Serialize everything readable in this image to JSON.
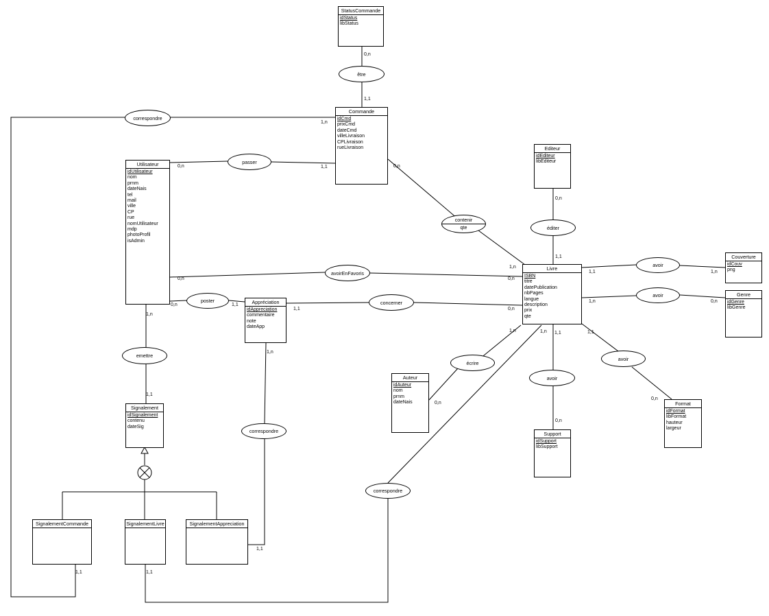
{
  "entities": {
    "status_commande": {
      "name": "StatusCommande",
      "attrs": [
        {
          "label": "idStatus",
          "key": true
        },
        {
          "label": "libStatus"
        }
      ]
    },
    "commande": {
      "name": "Commande",
      "attrs": [
        {
          "label": "idCmd",
          "key": true
        },
        {
          "label": "prixCmd"
        },
        {
          "label": "dateCmd"
        },
        {
          "label": "villeLivraison"
        },
        {
          "label": "CPLivraison"
        },
        {
          "label": "rueLivraison"
        }
      ]
    },
    "utilisateur": {
      "name": "Utilisateur",
      "attrs": [
        {
          "label": "idUtilisateur",
          "key": true
        },
        {
          "label": "nom"
        },
        {
          "label": "prnm"
        },
        {
          "label": "dateNais"
        },
        {
          "label": "tel"
        },
        {
          "label": "mail"
        },
        {
          "label": "ville"
        },
        {
          "label": "CP"
        },
        {
          "label": "rue"
        },
        {
          "label": "nomUtilisateur"
        },
        {
          "label": "mdp"
        },
        {
          "label": "photoProfil"
        },
        {
          "label": "isAdmin"
        }
      ]
    },
    "editeur": {
      "name": "Editeur",
      "attrs": [
        {
          "label": "idEditeur",
          "key": true
        },
        {
          "label": "libEditeur"
        }
      ]
    },
    "livre": {
      "name": "Livre",
      "attrs": [
        {
          "label": "ISBN",
          "key": true
        },
        {
          "label": "titre"
        },
        {
          "label": "datePublication"
        },
        {
          "label": "nbPages"
        },
        {
          "label": "langue"
        },
        {
          "label": "description"
        },
        {
          "label": "prix"
        },
        {
          "label": "qte"
        }
      ]
    },
    "couverture": {
      "name": "Couverture",
      "attrs": [
        {
          "label": "idCouv",
          "key": true
        },
        {
          "label": "png"
        }
      ]
    },
    "genre": {
      "name": "Genre",
      "attrs": [
        {
          "label": "idGenre",
          "key": true
        },
        {
          "label": "libGenre"
        }
      ]
    },
    "appreciation": {
      "name": "Appréciation",
      "attrs": [
        {
          "label": "idAppreciation",
          "key": true
        },
        {
          "label": "commentaire"
        },
        {
          "label": "note"
        },
        {
          "label": "dateApp"
        }
      ]
    },
    "auteur": {
      "name": "Auteur",
      "attrs": [
        {
          "label": "idAuteur",
          "key": true
        },
        {
          "label": "nom"
        },
        {
          "label": "prnm"
        },
        {
          "label": "dateNais"
        }
      ]
    },
    "format": {
      "name": "Format",
      "attrs": [
        {
          "label": "idFormat",
          "key": true
        },
        {
          "label": "libFormat"
        },
        {
          "label": "hauteur"
        },
        {
          "label": "largeur"
        }
      ]
    },
    "support": {
      "name": "Support",
      "attrs": [
        {
          "label": "idSupport",
          "key": true
        },
        {
          "label": "libSupport"
        }
      ]
    },
    "signalement": {
      "name": "Signalement",
      "attrs": [
        {
          "label": "idSignalement",
          "key": true
        },
        {
          "label": "contenu"
        },
        {
          "label": "dateSig"
        }
      ]
    },
    "signalement_commande": {
      "name": "SignalementCommande",
      "attrs": []
    },
    "signalement_livre": {
      "name": "SignalementLivre",
      "attrs": []
    },
    "signalement_appreciation": {
      "name": "SignalementAppreciation",
      "attrs": []
    }
  },
  "relations": {
    "etre": {
      "name": "être"
    },
    "correspondre_cmd": {
      "name": "correspondre"
    },
    "passer": {
      "name": "passer"
    },
    "contenir": {
      "name": "contenir",
      "attr": "qte"
    },
    "editer": {
      "name": "éditer"
    },
    "avoir_couv": {
      "name": "avoir"
    },
    "avoir_genre": {
      "name": "avoir"
    },
    "avoir_en_favoris": {
      "name": "avoirEnFavoris"
    },
    "poster": {
      "name": "poster"
    },
    "concerner": {
      "name": "concerner"
    },
    "ecrire": {
      "name": "écrire"
    },
    "avoir_support": {
      "name": "avoir"
    },
    "avoir_format": {
      "name": "avoir"
    },
    "emettre": {
      "name": "emettre"
    },
    "correspondre_app": {
      "name": "correspondre"
    },
    "correspondre_livre": {
      "name": "correspondre"
    }
  },
  "cardinalities": {
    "status_etre": "0,n",
    "commande_etre": "1,1",
    "commande_correspondre": "1,n",
    "commande_passer": "1,1",
    "commande_contenir": "0,n",
    "utilisateur_passer": "0,n",
    "utilisateur_favoris": "0,n",
    "utilisateur_poster": "0,n",
    "utilisateur_emettre": "1,n",
    "editeur_editer": "0,n",
    "livre_editer": "1,1",
    "livre_contenir": "1,n",
    "livre_favoris": "0,n",
    "livre_concerner": "0,n",
    "livre_avoir_couv": "1,1",
    "livre_avoir_genre": "1,n",
    "livre_ecrire": "1,n",
    "livre_correspondre": "1,n",
    "livre_avoir_support": "1,1",
    "livre_avoir_format": "1,1",
    "couverture_avoir": "1,n",
    "genre_avoir": "0,n",
    "appreciation_poster": "1,1",
    "appreciation_concerner": "1,1",
    "appreciation_correspondre": "1,n",
    "auteur_ecrire": "0,n",
    "support_avoir": "0,n",
    "format_avoir": "0,n",
    "signalement_emettre": "1,1",
    "sigapp_correspondre": "1,1",
    "sigcmd_correspondre": "1,1",
    "siglivre_correspondre": "1,1"
  }
}
